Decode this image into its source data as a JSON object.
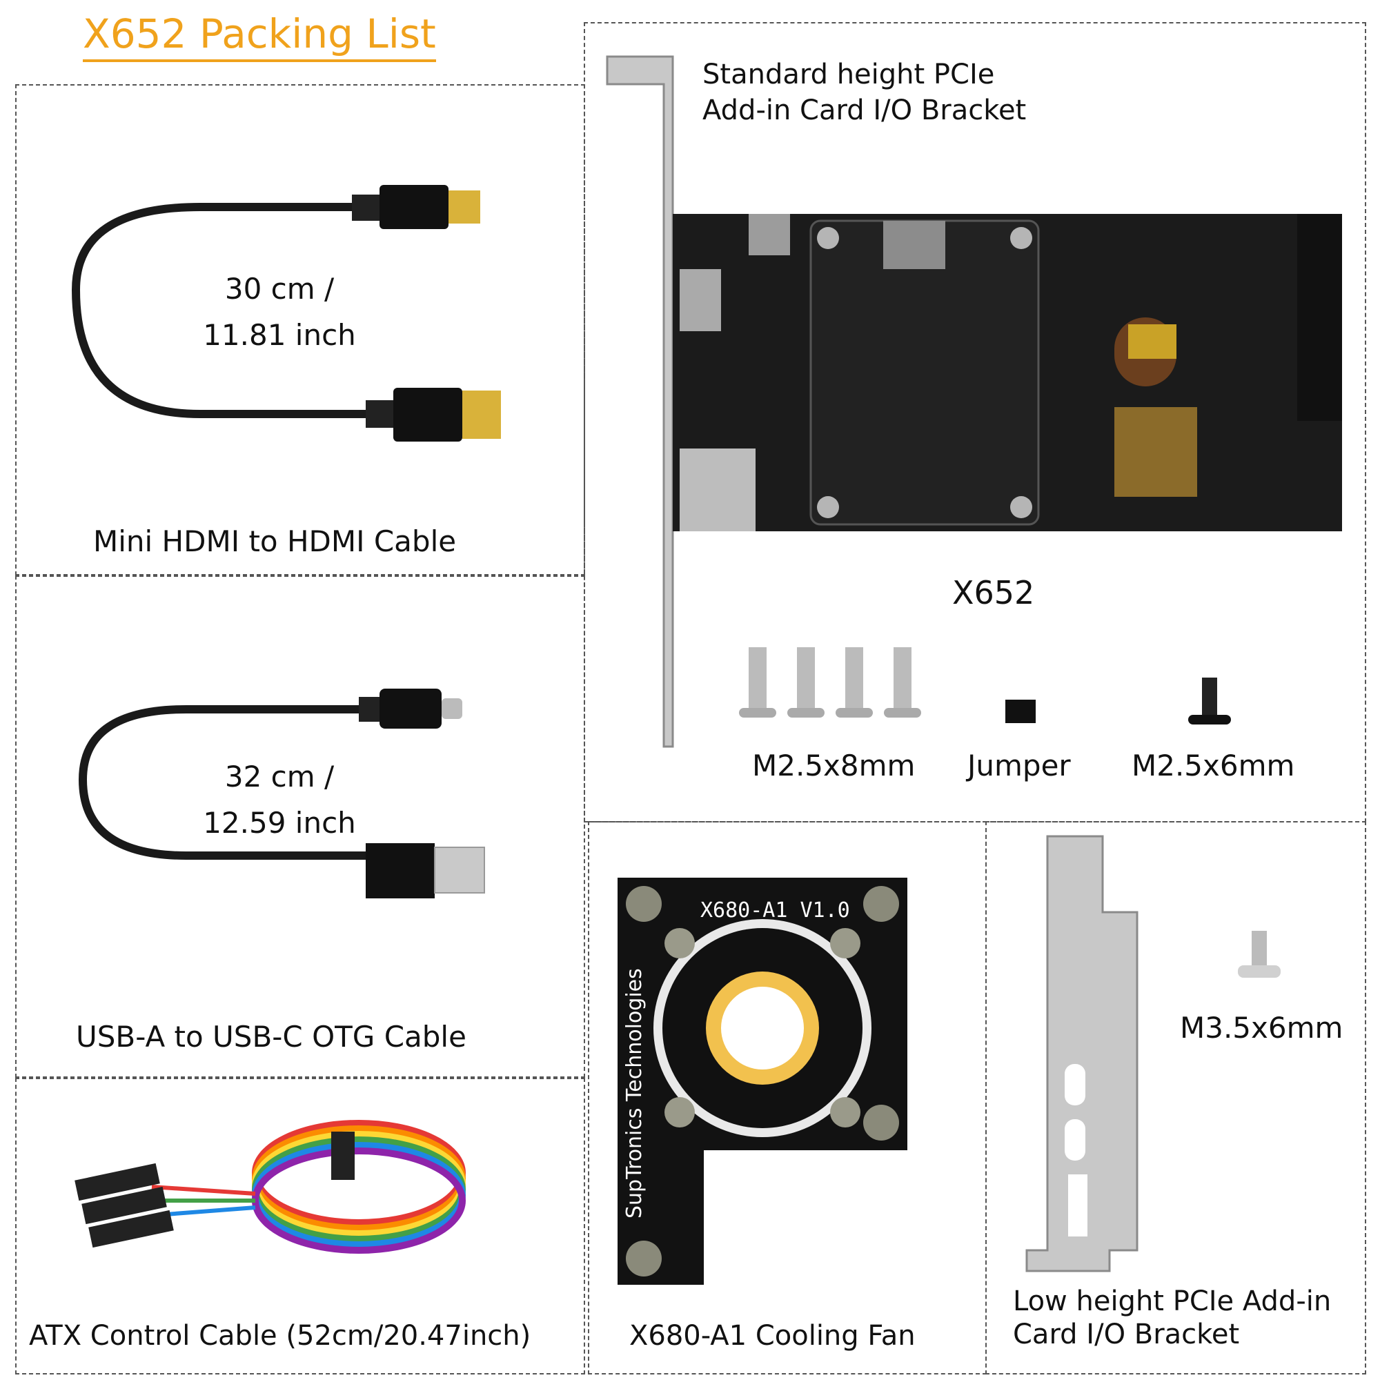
{
  "title": "X652 Packing List",
  "items": {
    "hdmi_cable": {
      "length_line1": "30 cm /",
      "length_line2": "11.81 inch",
      "name": "Mini HDMI to HDMI Cable"
    },
    "usb_cable": {
      "length_line1": "32 cm /",
      "length_line2": "12.59 inch",
      "name": "USB-A to USB-C OTG Cable"
    },
    "atx_cable": {
      "name": "ATX Control Cable (52cm/20.47inch)"
    },
    "board": {
      "bracket_label_line1": "Standard height PCIe",
      "bracket_label_line2": "Add-in Card I/O Bracket",
      "name": "X652",
      "screws_8mm": "M2.5x8mm",
      "jumper": "Jumper",
      "screw_6mm": "M2.5x6mm"
    },
    "fan": {
      "name": "X680-A1 Cooling Fan",
      "silk_title": "X680-A1  V1.0",
      "silk_side": "SupTronics Technologies"
    },
    "low_bracket": {
      "screw": "M3.5x6mm",
      "name_line1": "Low height PCIe Add-in",
      "name_line2": "Card I/O Bracket"
    }
  },
  "colors": {
    "title": "#f0a21c",
    "pcb": "#1b1b1b",
    "metal": "#c8c8c8",
    "gold": "#c9a227"
  }
}
